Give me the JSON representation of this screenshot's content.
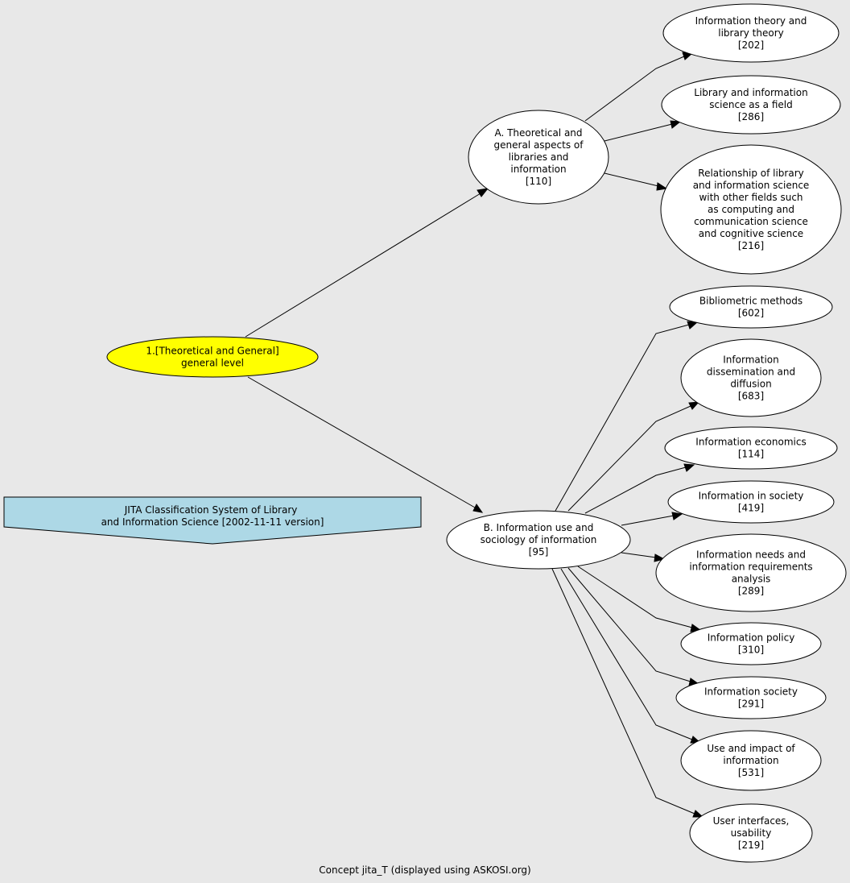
{
  "footer": "Concept jita_T (displayed using ASKOSI.org)",
  "banner": {
    "lines": [
      "JITA Classification System of Library",
      "and Information Science [2002-11-11 version]"
    ],
    "fill": "#add8e6"
  },
  "root": {
    "lines": [
      "1.[Theoretical and General]",
      "general level"
    ],
    "fill": "#ffff00"
  },
  "nodes": {
    "a": {
      "lines": [
        "A. Theoretical and",
        "general aspects of",
        "libraries and",
        "information",
        "[110]"
      ]
    },
    "b": {
      "lines": [
        "B. Information use and",
        "sociology of information",
        "[95]"
      ]
    },
    "a1": {
      "lines": [
        "Information theory and",
        "library theory",
        "[202]"
      ]
    },
    "a2": {
      "lines": [
        "Library and information",
        "science as a field",
        "[286]"
      ]
    },
    "a3": {
      "lines": [
        "Relationship of library",
        "and information science",
        "with other fields such",
        "as computing and",
        "communication science",
        "and cognitive science",
        "[216]"
      ]
    },
    "b1": {
      "lines": [
        "Bibliometric methods",
        "[602]"
      ]
    },
    "b2": {
      "lines": [
        "Information",
        "dissemination and",
        "diffusion",
        "[683]"
      ]
    },
    "b3": {
      "lines": [
        "Information economics",
        "[114]"
      ]
    },
    "b4": {
      "lines": [
        "Information in society",
        "[419]"
      ]
    },
    "b5": {
      "lines": [
        "Information needs and",
        "information requirements",
        "analysis",
        "[289]"
      ]
    },
    "b6": {
      "lines": [
        "Information policy",
        "[310]"
      ]
    },
    "b7": {
      "lines": [
        "Information society",
        "[291]"
      ]
    },
    "b8": {
      "lines": [
        "Use and impact of",
        "information",
        "[531]"
      ]
    },
    "b9": {
      "lines": [
        "User interfaces,",
        "usability",
        "[219]"
      ]
    }
  },
  "colors": {
    "node_fill": "#ffffff",
    "background": "#e8e8e8"
  }
}
